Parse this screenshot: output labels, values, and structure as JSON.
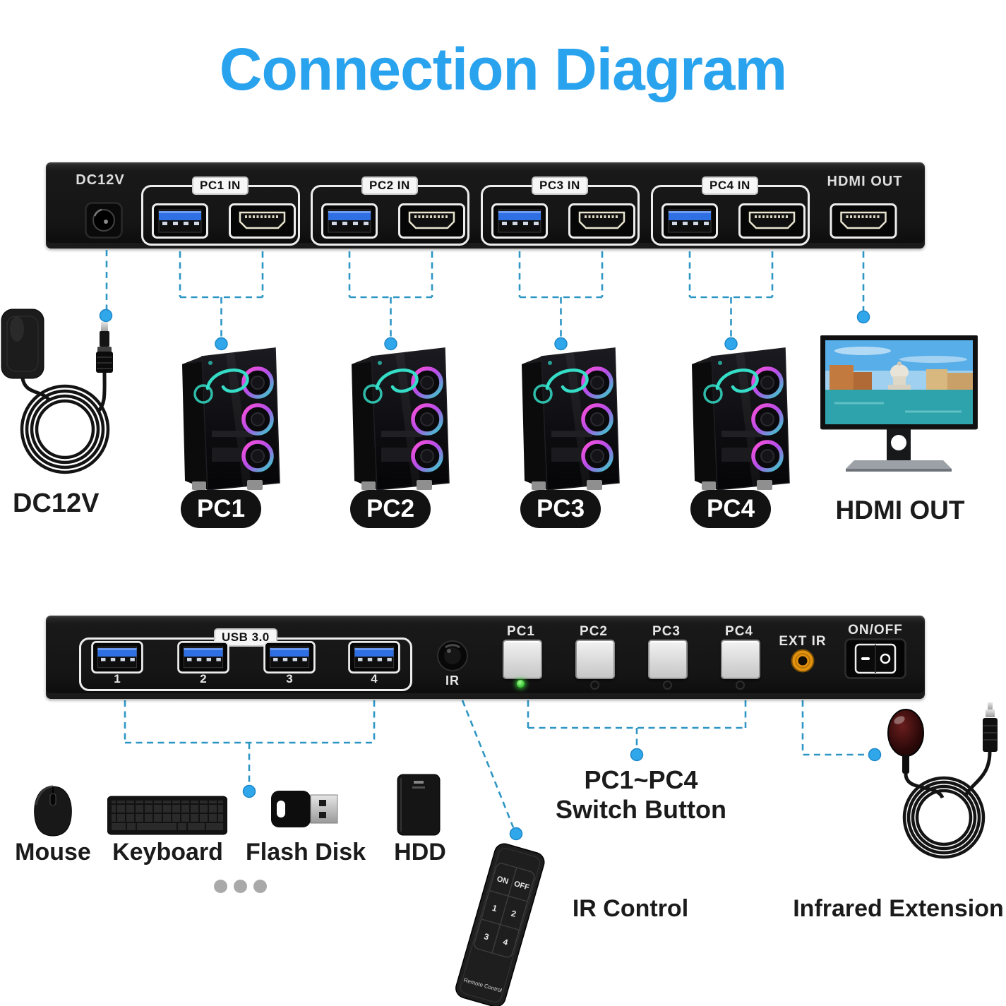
{
  "title": "Connection Diagram",
  "colors": {
    "title_blue": "#2AA3EE",
    "connector_dash": "#2E96C4",
    "connector_dot": "#2FA7EA",
    "panel_black": "#141414",
    "usb_blue": "#2F6FE4",
    "ext_ir_orange": "#E5920F",
    "led_green": "#3DDC3D"
  },
  "top_panel": {
    "dc_label": "DC12V",
    "groups": [
      {
        "label": "PC1 IN"
      },
      {
        "label": "PC2 IN"
      },
      {
        "label": "PC3 IN"
      },
      {
        "label": "PC4 IN"
      }
    ],
    "hdmi_out_label": "HDMI OUT"
  },
  "captions": {
    "power": "DC12V",
    "pcs": [
      "PC1",
      "PC2",
      "PC3",
      "PC4"
    ],
    "monitor": "HDMI OUT",
    "switch_line1": "PC1~PC4",
    "switch_line2": "Switch Button",
    "ir_control": "IR Control",
    "infrared_extension": "Infrared Extension"
  },
  "bottom_panel": {
    "usb_group_label": "USB 3.0",
    "usb_port_numbers": [
      "1",
      "2",
      "3",
      "4"
    ],
    "ir_label": "IR",
    "switch_buttons": [
      "PC1",
      "PC2",
      "PC3",
      "PC4"
    ],
    "ext_ir_label": "EXT IR",
    "power_label": "ON/OFF"
  },
  "peripherals": [
    "Mouse",
    "Keyboard",
    "Flash Disk",
    "HDD"
  ],
  "remote": {
    "buttons": [
      "ON",
      "OFF",
      "1",
      "2",
      "3",
      "4"
    ],
    "footer": "Remote Control"
  }
}
